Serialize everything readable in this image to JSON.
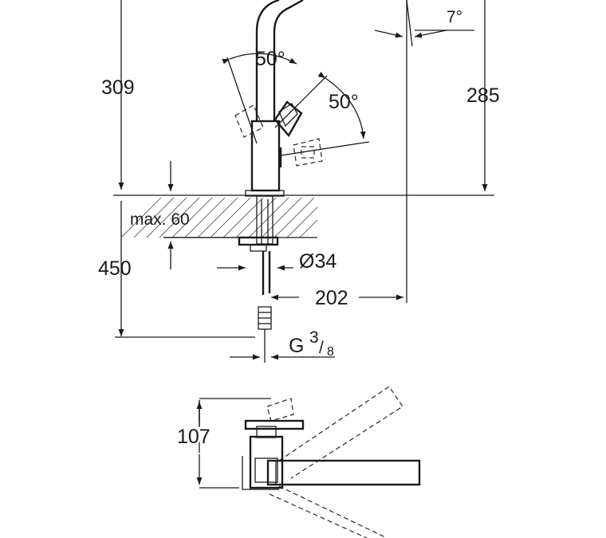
{
  "drawing": {
    "labels": {
      "height_top": "309",
      "angle_handle_left": "50°",
      "angle_handle_right": "50°",
      "angle_spout": "7°",
      "height_spout": "285",
      "deck_thickness": "max. 60",
      "below_deck": "450",
      "diameter": "Ø34",
      "reach": "202",
      "thread_main": "G",
      "thread_num": "3",
      "thread_den": "8",
      "plan_height": "107"
    },
    "colors": {
      "line": "#1a1a1a",
      "background": "#ffffff"
    }
  }
}
